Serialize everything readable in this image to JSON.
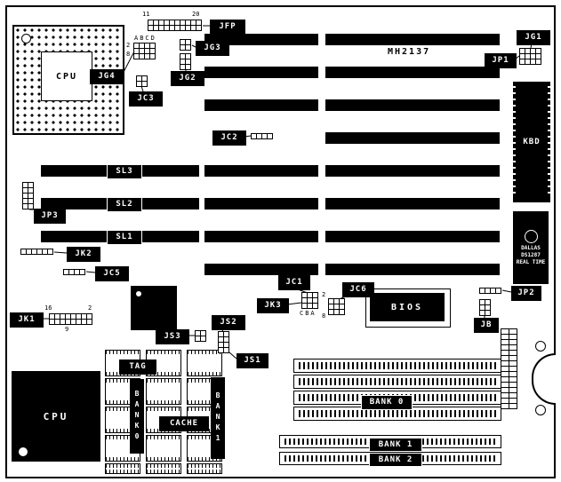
{
  "board": {
    "id_text": "MH2137"
  },
  "connectors": {
    "jfp": "JFP",
    "jg1": "JG1",
    "jg2": "JG2",
    "jg3": "JG3",
    "jg4": "JG4",
    "jc1": "JC1",
    "jc2": "JC2",
    "jc3": "JC3",
    "jc5": "JC5",
    "jc6": "JC6",
    "jp1": "JP1",
    "jp2": "JP2",
    "jp3": "JP3",
    "jk1": "JK1",
    "jk2": "JK2",
    "jk3": "JK3",
    "js1": "JS1",
    "js2": "JS2",
    "js3": "JS3",
    "jb": "JB",
    "sl1": "SL1",
    "sl2": "SL2",
    "sl3": "SL3"
  },
  "chips": {
    "cpu_socket": "CPU",
    "chipset": "CPU",
    "kbd": "KBD",
    "bios": "BIOS",
    "dallas_lines": [
      "DALLAS",
      "DS1287",
      "REAL TIME"
    ]
  },
  "cache": {
    "tag": "TAG",
    "cache": "CACHE",
    "bank0_vertical": "BANK0",
    "bank1_vertical": "BANK1"
  },
  "memory": {
    "bank0": "BANK 0",
    "bank1": "BANK 1",
    "bank2": "BANK 2"
  },
  "pin_labels": {
    "jfp_left": "11",
    "jfp_right": "20",
    "abcd": "ABCD",
    "jg4_top": "2",
    "jg4_bottom": "8",
    "jk1_left": "16",
    "jk1_right": "2",
    "jk1_bottom": "9",
    "jk3_pins": "CBA",
    "jc6_top": "2",
    "jc6_bottom": "8"
  }
}
